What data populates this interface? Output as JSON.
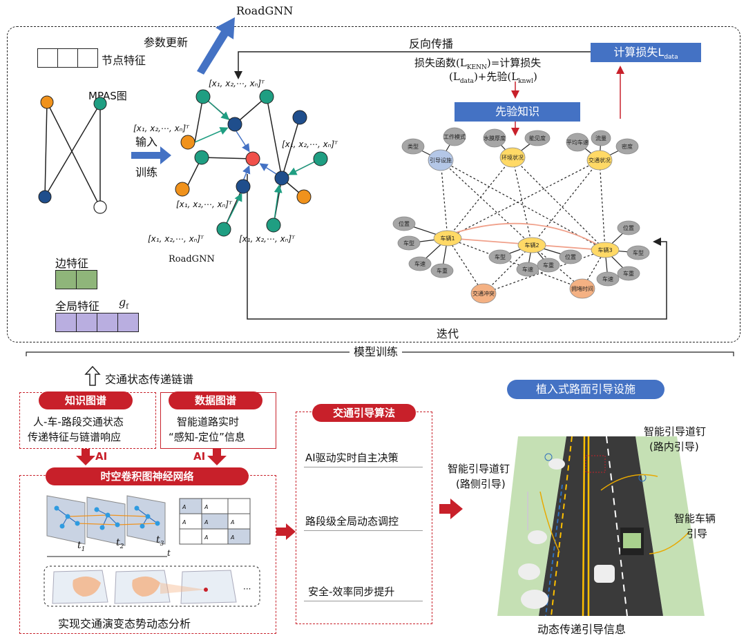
{
  "top": {
    "roadgnn_top": "RoadGNN",
    "param_update": "参数更新",
    "backprop": "反向传播",
    "loss_line1": "损失函数(L",
    "loss_sub": "KENN",
    "loss_line1b": ")=计算损失",
    "loss_line2": "(L",
    "loss_line2_sub1": "data",
    "loss_line2b": ")+先验(L",
    "loss_line2_sub2": "knwl",
    "loss_line2c": ")",
    "compute_loss": "计算损失L",
    "compute_loss_sub": "data",
    "prior_knowledge": "先验知识",
    "node_feature": "节点特征",
    "mpas": "MPAS图",
    "input": "输入",
    "train": "训练",
    "edge_feature": "边特征",
    "global_feature": "全局特征",
    "gf": "g",
    "gf_sub": "f",
    "roadgnn_bottom": "RoadGNN",
    "iterate": "迭代",
    "model_training": "模型训练",
    "vector": "[x₁, x₂,⋯, xₙ]ᵀ"
  },
  "kg": {
    "top_nodes": [
      "引导设施",
      "环境状况",
      "交通状况"
    ],
    "top_attrs": [
      "类型",
      "工作模式",
      "水膜厚度",
      "能见度",
      "平均车速",
      "流量",
      "密度"
    ],
    "vehicles": [
      "车辆1",
      "车辆2",
      "车辆3"
    ],
    "vehicle_attrs": [
      "位置",
      "车型",
      "车速",
      "车重"
    ],
    "events": [
      "交通冲突",
      "拥堵时间"
    ]
  },
  "bottom": {
    "chain_label": "交通状态传递链谱",
    "knowledge_graph": "知识图谱",
    "data_graph": "数据图谱",
    "kg_desc1": "人-车-路段交通状态",
    "kg_desc2": "传递特征与链谱响应",
    "dg_desc1": "智能道路实时",
    "dg_desc2": "“感知-定位”信息",
    "ai": "AI",
    "stgcn": "时空卷积图神经网络",
    "t1": "t",
    "t2": "t",
    "t3": "t",
    "t_axis": "t",
    "dynamic_analysis": "实现交通演变态势动态分析",
    "algo_title": "交通引导算法",
    "algo1": "AI驱动实时自主决策",
    "algo2": "路段级全局动态调控",
    "algo3": "安全-效率同步提升",
    "facility_title": "植入式路面引导设施",
    "stud_in1": "智能引导道钉",
    "stud_in2": "(路内引导)",
    "stud_side1": "智能引导道钉",
    "stud_side2": "(路侧引导)",
    "vehicle_guide1": "智能车辆",
    "vehicle_guide2": "引导",
    "dynamic_info": "动态传递引导信息",
    "ellipsis": "···"
  },
  "colors": {
    "red": "#c8202a",
    "blue": "#4472c4",
    "orange": "#f0921c",
    "teal": "#1f9e82",
    "navy": "#1f4e8c",
    "yellow_node": "#ffd966",
    "gray_node": "#a6a6a6",
    "green_cell": "#8fb57a",
    "purple_cell": "#b9aee0"
  }
}
